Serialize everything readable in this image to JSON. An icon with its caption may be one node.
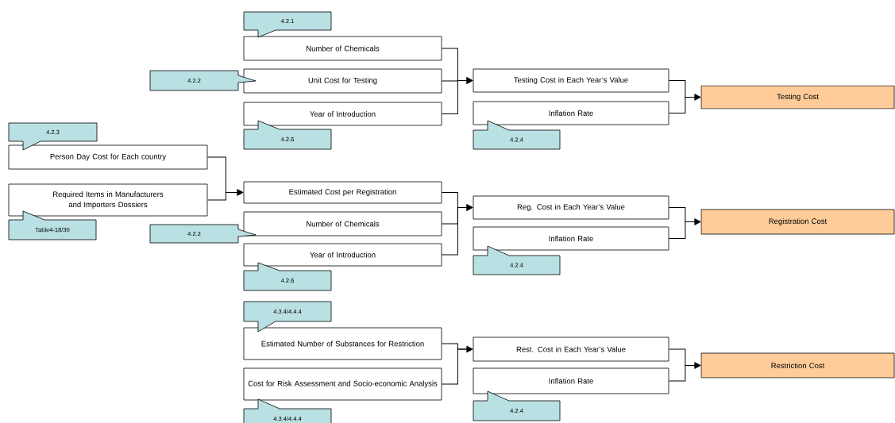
{
  "diagram": {
    "nodes": [
      {
        "text": [
          "Number of Chemicals"
        ]
      },
      {
        "text": [
          "Unit Cost for Testing"
        ]
      },
      {
        "text": [
          "Year of Introduction"
        ]
      },
      {
        "text": [
          "Testing Cost in Each Year’s Value"
        ]
      },
      {
        "text": [
          "Inflation Rate"
        ]
      },
      {
        "text": [
          "Testing Cost"
        ]
      },
      {
        "text": [
          "Person Day Cost for Each country"
        ]
      },
      {
        "text": [
          "Required Items in Manufacturers and Importers Dossiers"
        ]
      },
      {
        "text": [
          "Estimated Cost per Registration"
        ]
      },
      {
        "text": [
          "Number of Chemicals"
        ]
      },
      {
        "text": [
          "Year of Introduction"
        ]
      },
      {
        "text": [
          "Reg. Cost in Each Year’s Value"
        ]
      },
      {
        "text": [
          "Inflation Rate"
        ]
      },
      {
        "text": [
          "Registration Cost"
        ]
      },
      {
        "text": [
          "Estimated Number of Substances for Restriction"
        ]
      },
      {
        "text": [
          "Cost for Risk Assessment and Socio-economic Analysis"
        ]
      },
      {
        "text": [
          "Rest. Cost in Each Year’s Value"
        ]
      },
      {
        "text": [
          "Inflation Rate"
        ]
      },
      {
        "text": [
          "Restriction Cost"
        ]
      },
      {
        "text": [
          "4.2.1"
        ]
      },
      {
        "text": [
          "4.2.2"
        ]
      },
      {
        "text": [
          "4.2.6"
        ]
      },
      {
        "text": [
          "4.2.4"
        ]
      },
      {
        "text": [
          "4.2.3"
        ]
      },
      {
        "text": [
          "Table4-18/30"
        ]
      },
      {
        "text": [
          "4.2.2"
        ]
      },
      {
        "text": [
          "4.2.6"
        ]
      },
      {
        "text": [
          "4.2.4"
        ]
      },
      {
        "text": [
          "4.3.4/4.4.4"
        ]
      },
      {
        "text": [
          "4.3.4/4.4.4"
        ]
      },
      {
        "text": [
          "4.2.4"
        ]
      }
    ],
    "edges": [
      {
        "from": 0,
        "to": 3,
        "arrow": "to"
      },
      {
        "from": 1,
        "to": 3,
        "arrow": "to"
      },
      {
        "from": 2,
        "to": 3,
        "arrow": "to"
      },
      {
        "from": 3,
        "to": 5,
        "arrow": "to"
      },
      {
        "from": 4,
        "to": 5,
        "arrow": "to"
      },
      {
        "from": 6,
        "to": 8,
        "arrow": "to"
      },
      {
        "from": 7,
        "to": 8,
        "arrow": "to"
      },
      {
        "from": 8,
        "to": 11,
        "arrow": "to"
      },
      {
        "from": 9,
        "to": 11,
        "arrow": "to"
      },
      {
        "from": 10,
        "to": 11,
        "arrow": "to"
      },
      {
        "from": 11,
        "to": 13,
        "arrow": "to"
      },
      {
        "from": 12,
        "to": 13,
        "arrow": "to"
      },
      {
        "from": 14,
        "to": 16,
        "arrow": "to"
      },
      {
        "from": 15,
        "to": 16,
        "arrow": "to"
      },
      {
        "from": 16,
        "to": 18,
        "arrow": "to"
      },
      {
        "from": 17,
        "to": 18,
        "arrow": "to"
      }
    ]
  }
}
